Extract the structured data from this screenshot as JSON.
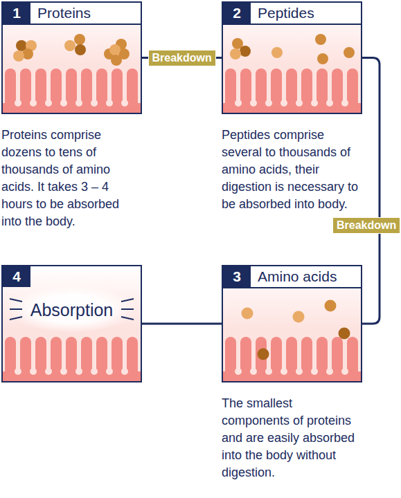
{
  "diagram": {
    "nodes": [
      {
        "text": [
          "1",
          "Proteins",
          "Proteins comprise dozens to tens of thousands of amino acids. It takes 3 – 4 hours to be absorbed into the body."
        ]
      },
      {
        "text": [
          "2",
          "Peptides",
          "Peptides comprise several to thousands of amino acids, their digestion is necessary to be absorbed into body."
        ]
      },
      {
        "text": [
          "3",
          "Amino acids",
          "The smallest components of proteins and are easily absorbed into the body without digestion."
        ]
      },
      {
        "text": [
          "4",
          "Absorption"
        ]
      }
    ],
    "edges": [
      {
        "from": 0,
        "to": 1,
        "arrow": "none",
        "label": "Breakdown"
      },
      {
        "from": 1,
        "to": 2,
        "arrow": "none",
        "label": "Breakdown"
      },
      {
        "from": 2,
        "to": 3,
        "arrow": "none"
      }
    ]
  }
}
